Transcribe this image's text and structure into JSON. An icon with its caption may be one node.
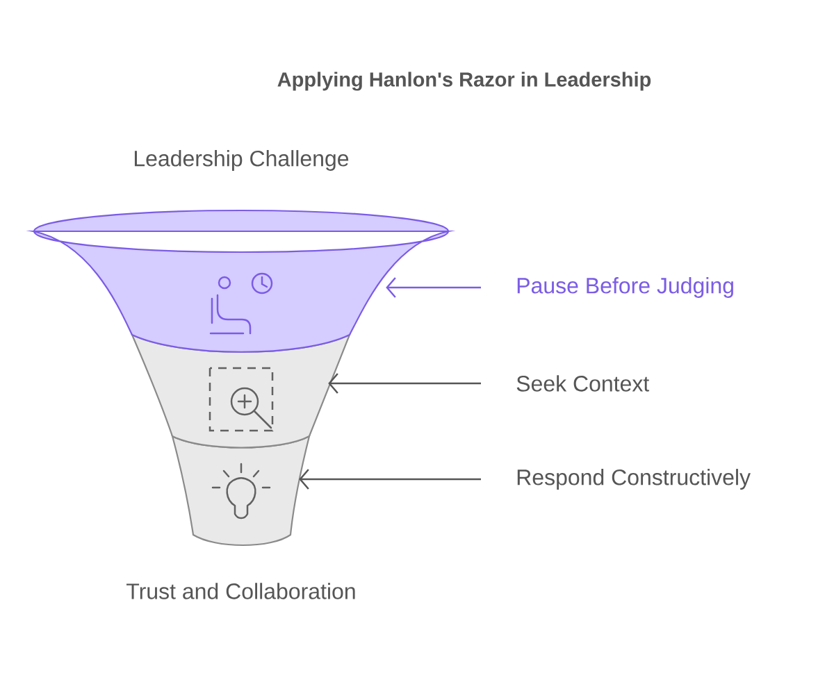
{
  "diagram": {
    "title": "Applying Hanlon's Razor in Leadership",
    "nodes": [
      {
        "text": [],
        "shape": "funnel"
      },
      {
        "text": [
          "Pause Before Judging"
        ]
      },
      {
        "text": [],
        "shape": "funnel"
      },
      {
        "text": [
          "Seek Context"
        ]
      },
      {
        "text": [],
        "shape": "funnel"
      },
      {
        "text": [
          "Respond Constructively"
        ]
      }
    ],
    "edges": [
      {
        "from": 1,
        "to": 0,
        "arrow": "to",
        "color": "#7b5ce6"
      },
      {
        "from": 3,
        "to": 2,
        "arrow": "to"
      },
      {
        "from": 5,
        "to": 4,
        "arrow": "to"
      }
    ],
    "labels": [
      "Leadership Challenge",
      "Trust and Collaboration"
    ]
  }
}
